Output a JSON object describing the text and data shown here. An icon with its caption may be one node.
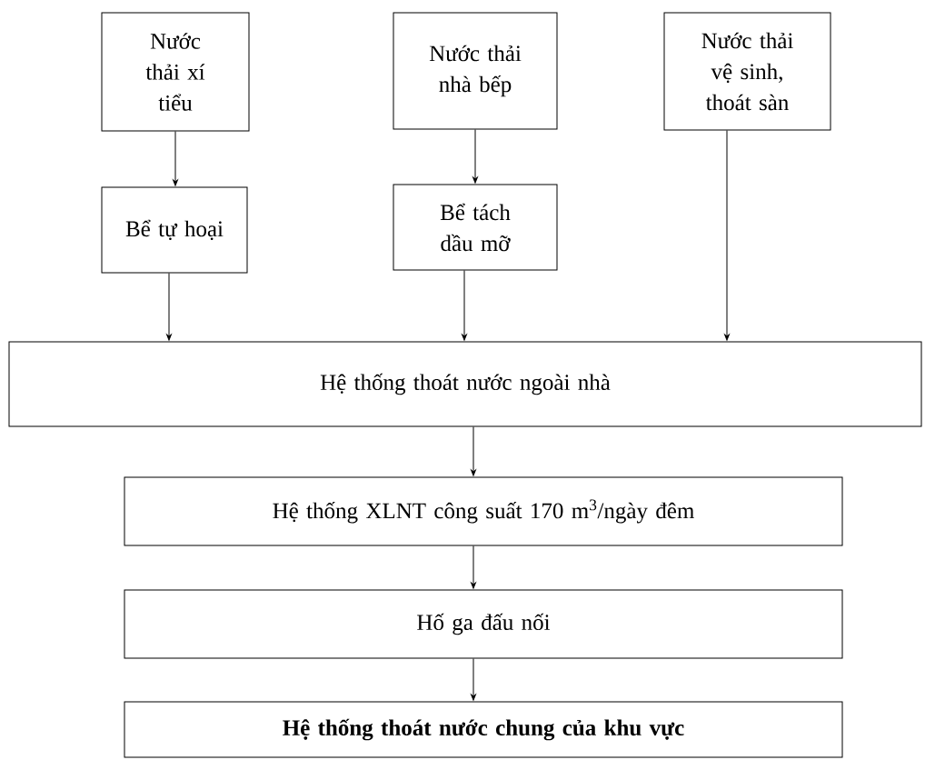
{
  "diagram": {
    "nodes": [
      {
        "text": [
          "Nước thải xí tiểu"
        ]
      },
      {
        "text": [
          "Nước thải nhà bếp"
        ]
      },
      {
        "text": [
          "Nước thải vệ sinh, thoát sàn"
        ]
      },
      {
        "text": [
          "Bể tự hoại"
        ]
      },
      {
        "text": [
          "Bể tách dầu mỡ"
        ]
      },
      {
        "text": [
          "Hệ thống thoát nước ngoài nhà"
        ]
      },
      {
        "text": [
          "Hệ thống XLNT công suất 170 m$^{3}$/ngày đêm"
        ]
      },
      {
        "text": [
          "Hố ga đấu nối"
        ]
      },
      {
        "text": [
          "Hệ thống thoát nước chung của khu vực"
        ]
      }
    ],
    "edges": [
      {
        "from": 0,
        "to": 3,
        "arrow": "to"
      },
      {
        "from": 1,
        "to": 4,
        "arrow": "to"
      },
      {
        "from": 2,
        "to": 5,
        "arrow": "to"
      },
      {
        "from": 3,
        "to": 5,
        "arrow": "to"
      },
      {
        "from": 4,
        "to": 5,
        "arrow": "to"
      },
      {
        "from": 5,
        "to": 6,
        "arrow": "to"
      },
      {
        "from": 6,
        "to": 7,
        "arrow": "to"
      },
      {
        "from": 7,
        "to": 8,
        "arrow": "to"
      }
    ]
  }
}
